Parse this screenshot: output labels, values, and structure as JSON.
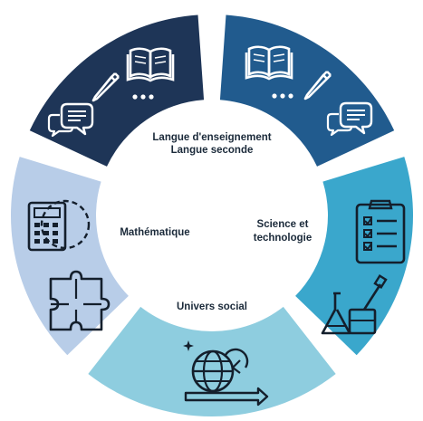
{
  "labels": {
    "langue_enseignement": "Langue d'enseignement",
    "langue_seconde": "Langue seconde",
    "mathematique": "Mathématique",
    "science_line1": "Science et",
    "science_line2": "technologie",
    "univers_social": "Univers social"
  },
  "colors": {
    "navy": "#1e3557",
    "blue": "#215b8e",
    "teal": "#3aa7cc",
    "light_blue": "#8ecddf",
    "pale_blue": "#b8cde8",
    "icon_dark": "#141f2c",
    "icon_white": "#ffffff"
  },
  "icons": {
    "navy_segment": [
      "book-icon",
      "pencil-icon",
      "ellipsis-icon",
      "speech-bubbles-icon"
    ],
    "blue_segment": [
      "book-icon",
      "pencil-icon",
      "ellipsis-icon",
      "speech-bubbles-icon"
    ],
    "teal_segment": [
      "clipboard-checklist-icon",
      "flask-beaker-icon"
    ],
    "light_blue_segment": [
      "globe-arrow-icon",
      "sparkle-icon"
    ],
    "pale_blue_segment": [
      "calculator-gear-icon",
      "puzzle-icon"
    ]
  }
}
